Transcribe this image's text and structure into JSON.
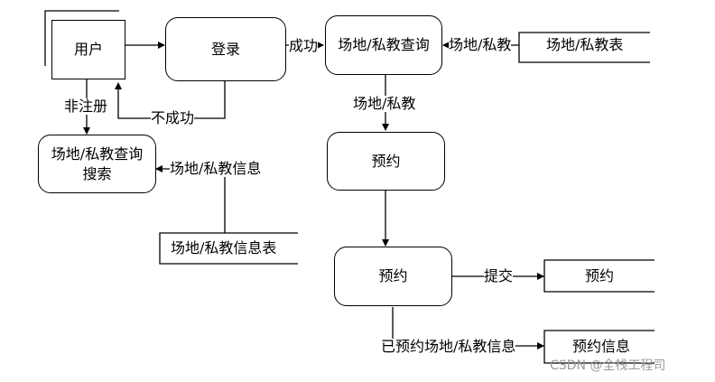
{
  "nodes": {
    "user": "用户",
    "login": "登录",
    "query": "场地/私教查询",
    "store_table": "场地/私教表",
    "search_line1": "场地/私教查询",
    "search_line2": "搜索",
    "info_table": "场地/私教信息表",
    "book1": "预约",
    "book2": "预约",
    "book_store": "预约",
    "book_info_store": "预约信息"
  },
  "edges": {
    "success": "成功",
    "fail": "不成功",
    "unregistered": "非注册",
    "table_to_query": "场地/私教",
    "query_to_book": "场地/私教",
    "info_to_search": "场地/私教信息",
    "submit": "提交",
    "booked_info": "已预约场地/私教信息"
  },
  "watermark": "CSDN @全栈工程司"
}
